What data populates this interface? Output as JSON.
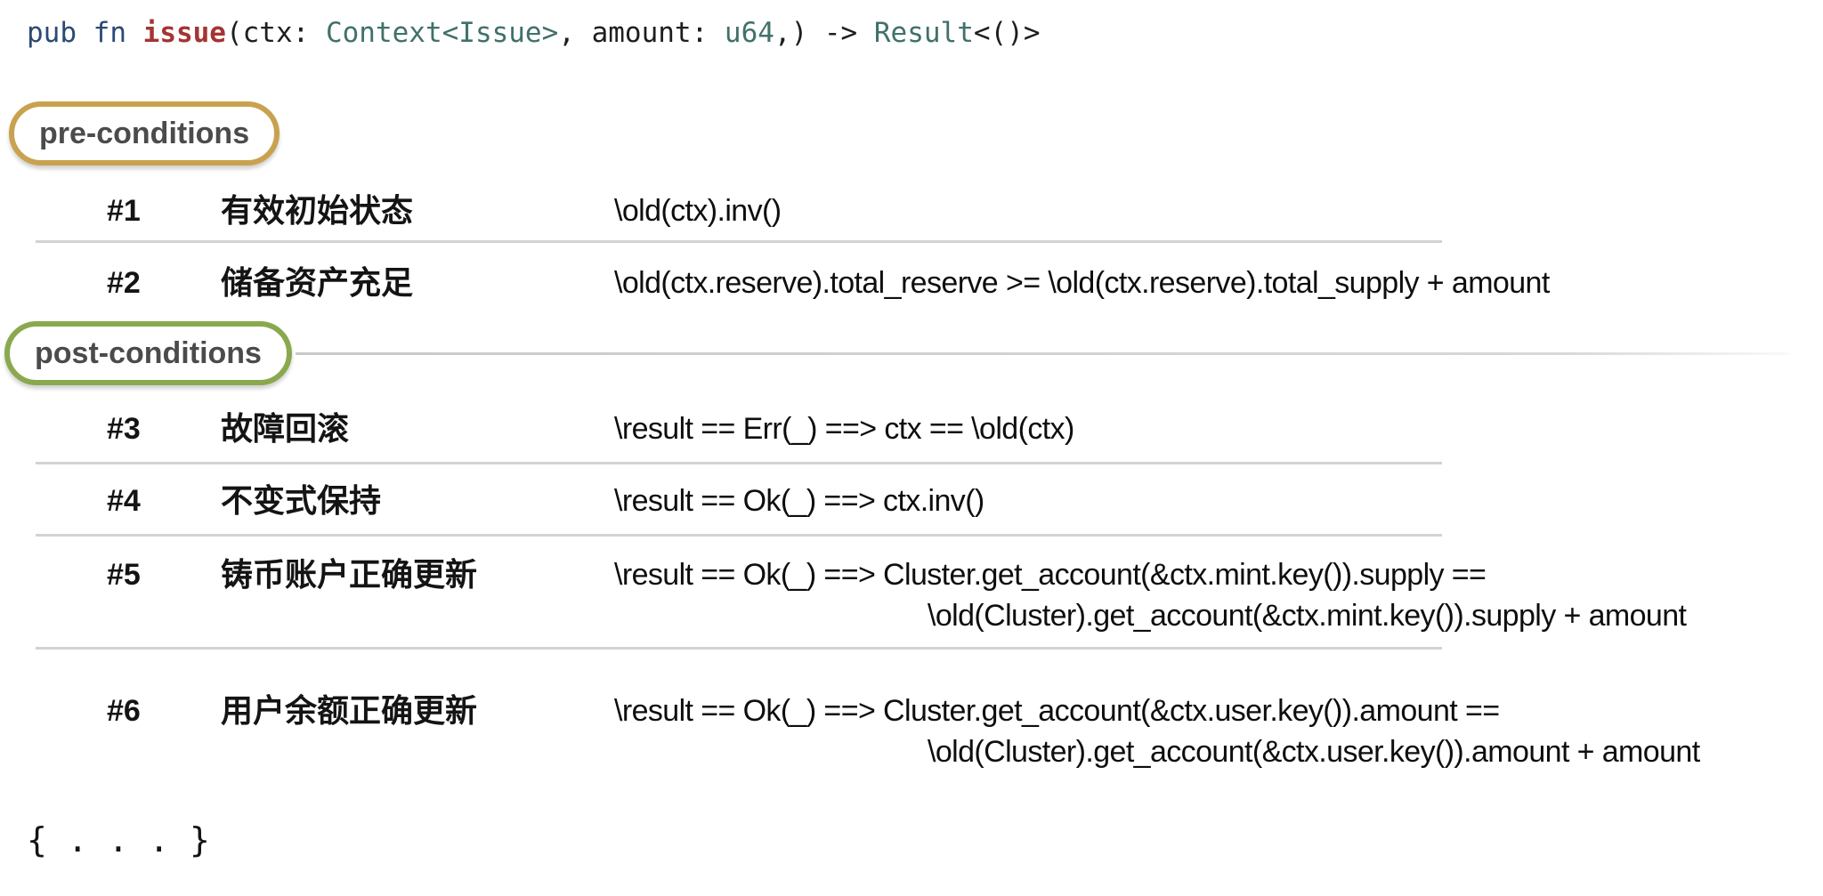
{
  "signature": {
    "tokens": [
      {
        "text": "pub fn ",
        "color": "#2a4a73"
      },
      {
        "text": "issue",
        "color": "#a43434"
      },
      {
        "text": "(ctx: ",
        "color": "#1e1e1e"
      },
      {
        "text": "Context<Issue>",
        "color": "#40716a"
      },
      {
        "text": ", amount: ",
        "color": "#1e1e1e"
      },
      {
        "text": "u64",
        "color": "#40716a"
      },
      {
        "text": ",) -> ",
        "color": "#1e1e1e"
      },
      {
        "text": "Result",
        "color": "#40716a"
      },
      {
        "text": "<()>",
        "color": "#1e1e1e"
      }
    ]
  },
  "sections": [
    {
      "badge": "pre-conditions",
      "badge_border": "#c9a24f",
      "rows": [
        {
          "num": "#1",
          "label": "有效初始状态",
          "spec_lines": [
            "\\old(ctx).inv()"
          ]
        },
        {
          "num": "#2",
          "label": "储备资产充足",
          "spec_lines": [
            "\\old(ctx.reserve).total_reserve >= \\old(ctx.reserve).total_supply + amount"
          ]
        }
      ]
    },
    {
      "badge": "post-conditions",
      "badge_border": "#8aa94f",
      "rows": [
        {
          "num": "#3",
          "label": "故障回滚",
          "spec_lines": [
            "\\result == Err(_) ==> ctx == \\old(ctx)"
          ]
        },
        {
          "num": "#4",
          "label": "不变式保持",
          "spec_lines": [
            "\\result == Ok(_) ==> ctx.inv()"
          ]
        },
        {
          "num": "#5",
          "label": "铸币账户正确更新",
          "spec_lines": [
            "\\result == Ok(_) ==> Cluster.get_account(&ctx.mint.key()).supply ==",
            "\\old(Cluster).get_account(&ctx.mint.key()).supply + amount"
          ]
        },
        {
          "num": "#6",
          "label": "用户余额正确更新",
          "spec_lines": [
            "\\result == Ok(_) ==> Cluster.get_account(&ctx.user.key()).amount ==",
            "\\old(Cluster).get_account(&ctx.user.key()).amount + amount"
          ]
        }
      ]
    }
  ],
  "footer": {
    "code": "{ . . . }"
  }
}
